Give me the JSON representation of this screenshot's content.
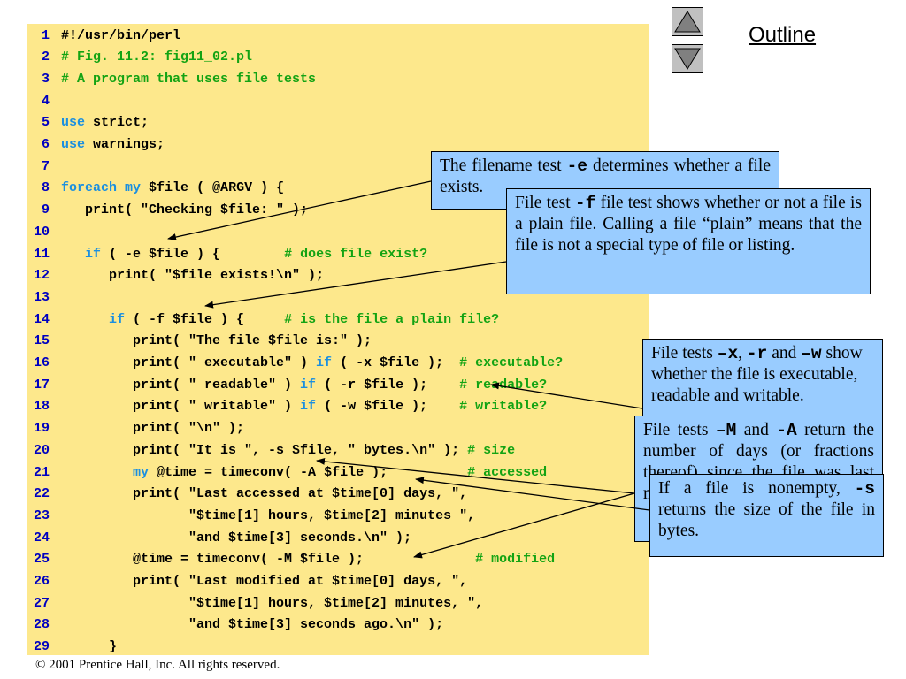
{
  "outline": {
    "label": "Outline"
  },
  "nav": {
    "up_icon": "triangle-up-icon",
    "down_icon": "triangle-down-icon"
  },
  "colors": {
    "code_bg": "#fde88c",
    "callout_bg": "#99ccff",
    "keyword": "#1a8fe0",
    "comment": "#13a313",
    "line_number": "#0000c0"
  },
  "code_lines": [
    {
      "n": "1",
      "parts": [
        [
          "t",
          "#!/usr/bin/perl"
        ]
      ]
    },
    {
      "n": "2",
      "parts": [
        [
          "c",
          "# Fig. 11.2: fig11_02.pl"
        ]
      ]
    },
    {
      "n": "3",
      "parts": [
        [
          "c",
          "# A program that uses file tests"
        ]
      ]
    },
    {
      "n": "4",
      "parts": []
    },
    {
      "n": "5",
      "parts": [
        [
          "k",
          "use"
        ],
        [
          "t",
          " strict;"
        ]
      ]
    },
    {
      "n": "6",
      "parts": [
        [
          "k",
          "use"
        ],
        [
          "t",
          " warnings;"
        ]
      ]
    },
    {
      "n": "7",
      "parts": []
    },
    {
      "n": "8",
      "parts": [
        [
          "k",
          "foreach"
        ],
        [
          "t",
          " "
        ],
        [
          "k",
          "my"
        ],
        [
          "t",
          " $file ( @ARGV ) {"
        ]
      ]
    },
    {
      "n": "9",
      "parts": [
        [
          "t",
          "   print( \"Checking $file: \" );"
        ]
      ]
    },
    {
      "n": "10",
      "parts": []
    },
    {
      "n": "11",
      "parts": [
        [
          "t",
          "   "
        ],
        [
          "k",
          "if"
        ],
        [
          "t",
          " ( -e $file ) {        "
        ],
        [
          "c",
          "# does file exist?"
        ]
      ]
    },
    {
      "n": "12",
      "parts": [
        [
          "t",
          "      print( \"$file exists!\\n\" );"
        ]
      ]
    },
    {
      "n": "13",
      "parts": []
    },
    {
      "n": "14",
      "parts": [
        [
          "t",
          "      "
        ],
        [
          "k",
          "if"
        ],
        [
          "t",
          " ( -f $file ) {     "
        ],
        [
          "c",
          "# is the file a plain file?"
        ]
      ]
    },
    {
      "n": "15",
      "parts": [
        [
          "t",
          "         print( \"The file $file is:\" );"
        ]
      ]
    },
    {
      "n": "16",
      "parts": [
        [
          "t",
          "         print( \" executable\" ) "
        ],
        [
          "k",
          "if"
        ],
        [
          "t",
          " ( -x $file );  "
        ],
        [
          "c",
          "# executable?"
        ]
      ]
    },
    {
      "n": "17",
      "parts": [
        [
          "t",
          "         print( \" readable\" ) "
        ],
        [
          "k",
          "if"
        ],
        [
          "t",
          " ( -r $file );    "
        ],
        [
          "c",
          "# readable?"
        ]
      ]
    },
    {
      "n": "18",
      "parts": [
        [
          "t",
          "         print( \" writable\" ) "
        ],
        [
          "k",
          "if"
        ],
        [
          "t",
          " ( -w $file );    "
        ],
        [
          "c",
          "# writable?"
        ]
      ]
    },
    {
      "n": "19",
      "parts": [
        [
          "t",
          "         print( \"\\n\" );"
        ]
      ]
    },
    {
      "n": "20",
      "parts": [
        [
          "t",
          "         print( \"It is \", -s $file, \" bytes.\\n\" ); "
        ],
        [
          "c",
          "# size"
        ]
      ]
    },
    {
      "n": "21",
      "parts": [
        [
          "t",
          "         "
        ],
        [
          "k",
          "my"
        ],
        [
          "t",
          " @time = timeconv( -A $file );          "
        ],
        [
          "c",
          "# accessed"
        ]
      ]
    },
    {
      "n": "22",
      "parts": [
        [
          "t",
          "         print( \"Last accessed at $time[0] days, \","
        ]
      ]
    },
    {
      "n": "23",
      "parts": [
        [
          "t",
          "                \"$time[1] hours, $time[2] minutes \","
        ]
      ]
    },
    {
      "n": "24",
      "parts": [
        [
          "t",
          "                \"and $time[3] seconds.\\n\" );"
        ]
      ]
    },
    {
      "n": "25",
      "parts": [
        [
          "t",
          "         @time = timeconv( -M $file );              "
        ],
        [
          "c",
          "# modified"
        ]
      ]
    },
    {
      "n": "26",
      "parts": [
        [
          "t",
          "         print( \"Last modified at $time[0] days, \","
        ]
      ]
    },
    {
      "n": "27",
      "parts": [
        [
          "t",
          "                \"$time[1] hours, $time[2] minutes, \","
        ]
      ]
    },
    {
      "n": "28",
      "parts": [
        [
          "t",
          "                \"and $time[3] seconds ago.\\n\" );"
        ]
      ]
    },
    {
      "n": "29",
      "parts": [
        [
          "t",
          "      }"
        ]
      ]
    }
  ],
  "callouts": {
    "e_test": {
      "before": "The filename test ",
      "code": "-e",
      "after": " determines whether a file exists."
    },
    "f_test": {
      "before": "File test ",
      "code": "-f",
      "after": " file test shows whether or not a file is a plain file. Calling a file “plain” means that the file is not a special type of file or listing."
    },
    "xrw_test": {
      "t1": "File tests ",
      "c1": "–x",
      "t2": ", ",
      "c2": "-r",
      "t3": "  and ",
      "c3": "–w",
      "t4": " show whether the file is executable, readable and writable."
    },
    "ma_test": {
      "t1": "File tests ",
      "c1": "–M",
      "t2": " and ",
      "c2": "-A",
      "t3": " return the number of days (or fractions thereof) since the file was last modified or accessed."
    },
    "s_test": {
      "before": "If a file is nonempty, ",
      "code": "-s",
      "after": " returns the size of the file in bytes."
    }
  },
  "footer": {
    "copyright": "© 2001 Prentice Hall, Inc.  All rights reserved."
  }
}
